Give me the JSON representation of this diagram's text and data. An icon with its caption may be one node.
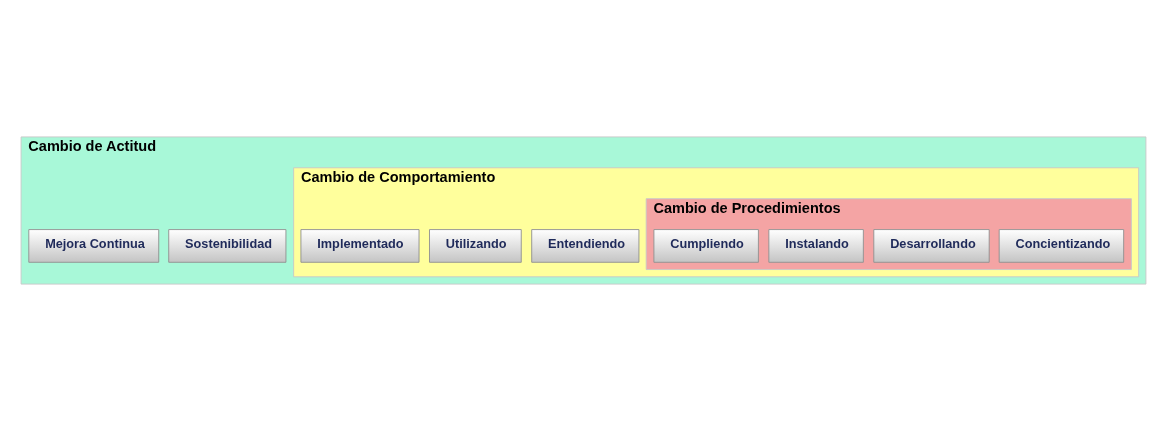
{
  "diagram": {
    "nodes": [
      {
        "text": [
          "Cambio de Actitud"
        ]
      },
      {
        "text": [
          "Cambio de Comportamiento"
        ],
        "in": 0
      },
      {
        "text": [
          "Cambio de Procedimientos"
        ],
        "in": 1
      },
      {
        "text": [
          "Concientizando"
        ],
        "in": 2
      },
      {
        "text": [
          "Desarrollando"
        ],
        "in": 2
      },
      {
        "text": [
          "Instalando"
        ],
        "in": 2
      },
      {
        "text": [
          "Cumpliendo"
        ],
        "in": 2
      },
      {
        "text": [
          "Entendiendo"
        ],
        "in": 1
      },
      {
        "text": [
          "Utilizando"
        ],
        "in": 1
      },
      {
        "text": [
          "Implementado"
        ],
        "in": 1
      },
      {
        "text": [
          "Sostenibilidad"
        ],
        "in": 0
      },
      {
        "text": [
          "Mejora Continua"
        ],
        "in": 0
      }
    ]
  }
}
